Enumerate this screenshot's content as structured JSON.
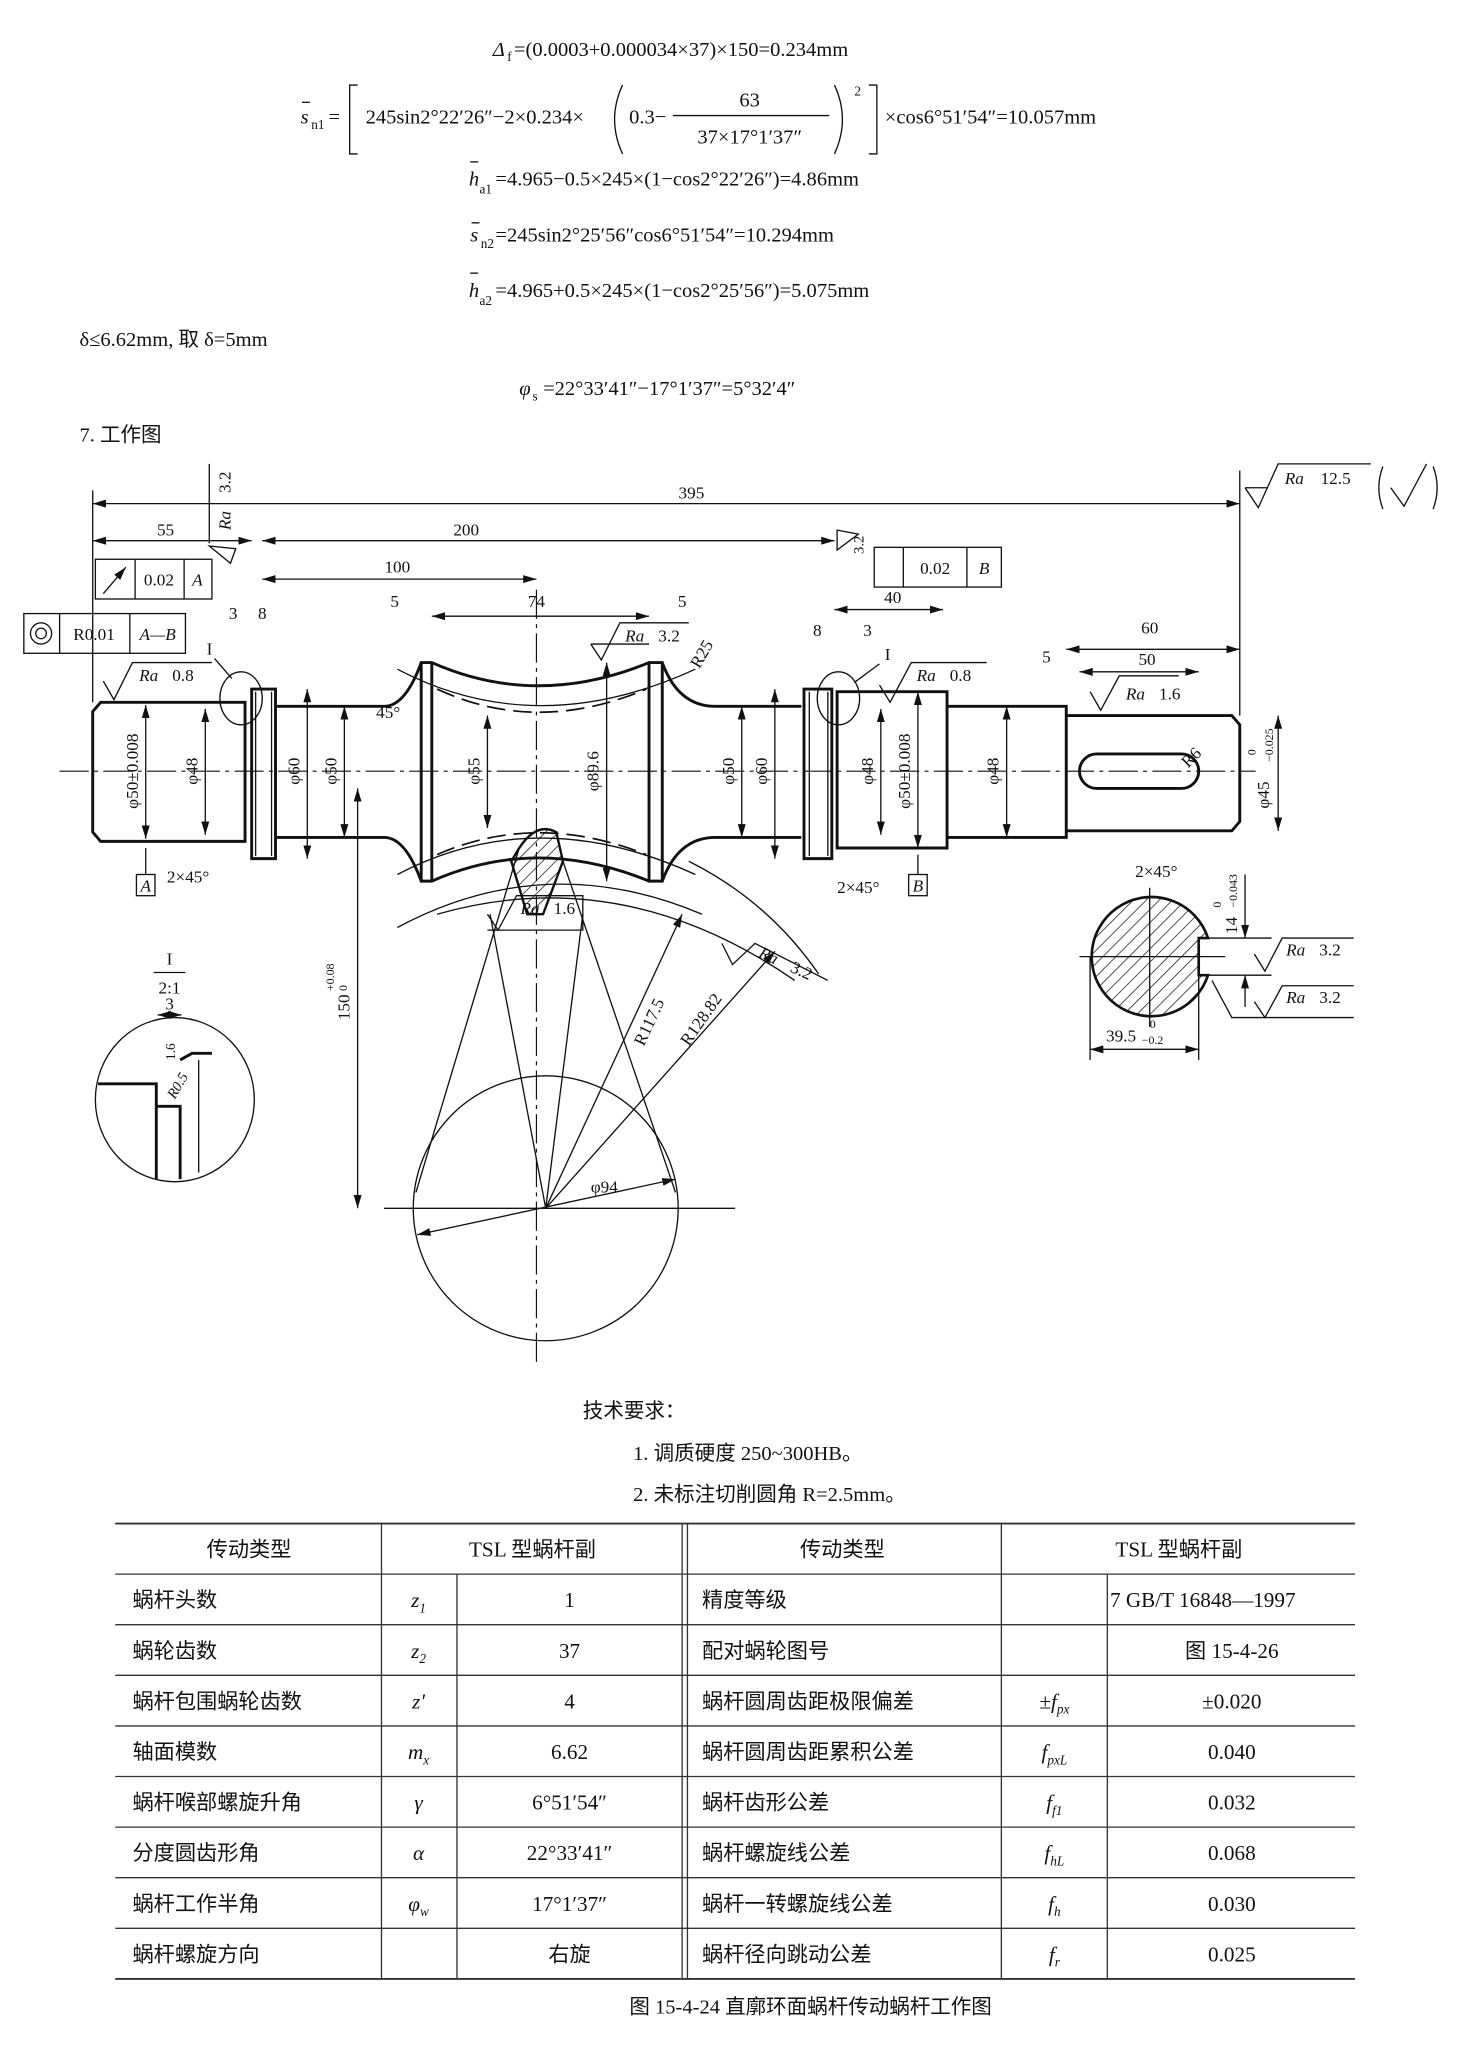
{
  "formulas": {
    "delta_f": {
      "sym": "Δ",
      "sub": "f",
      "rhs": "=(0.0003+0.000034×37)×150=0.234mm"
    },
    "s_n1": {
      "sym": "s",
      "sub": "n1",
      "pre": "=",
      "body": "245sin2°22′26″−2×0.234×",
      "inner": "0.3−",
      "num": "63",
      "den": "37×17°1′37″",
      "exp": "2",
      "post": "×cos6°51′54″=10.057mm"
    },
    "h_a1": {
      "sym": "h",
      "sub": "a1",
      "rhs": "=4.965−0.5×245×(1−cos2°22′26″)=4.86mm"
    },
    "s_n2": {
      "sym": "s",
      "sub": "n2",
      "rhs": "=245sin2°25′56″cos6°51′54″=10.294mm"
    },
    "h_a2": {
      "sym": "h",
      "sub": "a2",
      "rhs": "=4.965+0.5×245×(1−cos2°25′56″)=5.075mm"
    },
    "delta_line": "δ≤6.62mm, 取 δ=5mm",
    "phi_s": {
      "sym": "φ",
      "sub": "s",
      "rhs": "=22°33′41″−17°1′37″=5°32′4″"
    }
  },
  "section_title": "7. 工作图",
  "drawing": {
    "dims": {
      "d395": "395",
      "d200": "200",
      "d55": "55",
      "d100": "100",
      "d74": "74",
      "d5a": "5",
      "d5b": "5",
      "d3l": "3",
      "d8l": "8",
      "d8r": "8",
      "d3r": "3",
      "d40": "40",
      "d60": "60",
      "d50": "50",
      "d5r": "5",
      "phi50a": "φ50±0.008",
      "phi48a": "φ48",
      "phi60a": "φ60",
      "phi50b": "φ50",
      "phi55": "φ55",
      "phi896": "φ89.6",
      "phi50c": "φ50",
      "phi60b": "φ60",
      "phi48b": "φ48",
      "phi50d": "φ50±0.008",
      "phi48c": "φ48",
      "phi45": "φ45",
      "phi45_tol_up": "0",
      "phi45_tol_lo": "−0.025",
      "d150": "150",
      "d150_up": "+0.08",
      "d150_lo": "0",
      "r1175": "R117.5",
      "r12882": "R128.82",
      "phi94": "φ94",
      "r25": "R25",
      "r6": "R6",
      "deg45": "45°",
      "ch1": "2×45°",
      "ch2": "2×45°",
      "ch3": "2×45°",
      "d14": "14",
      "d14_up": "0",
      "d14_lo": "−0.043",
      "d395s": "39.5",
      "d395s_up": "0",
      "d395s_lo": "−0.2",
      "detail_3": "3",
      "detail_16": "1.6",
      "detail_r05": "R0.5"
    },
    "roughness": {
      "ra": "Ra",
      "general": "12.5",
      "top_ra32": "3.2",
      "left_08": "0.8",
      "throat_32": "3.2",
      "right_08": "0.8",
      "key_16": "1.6",
      "tooth_16": "1.6",
      "arc_32": "3.2",
      "sec_32a": "3.2",
      "sec_32b": "3.2",
      "right_top_32": "3.2"
    },
    "tolerance_frames": {
      "runout_left": {
        "value": "0.02",
        "datum": "A"
      },
      "concentric": {
        "value": "R0.01",
        "datum": "A—B"
      },
      "runout_right": {
        "value": "0.02",
        "datum": "B"
      }
    },
    "datums": {
      "a": "A",
      "b": "B"
    },
    "detail_marks": {
      "left": "I",
      "right": "I",
      "title": "I",
      "scale": "2:1"
    }
  },
  "tech_requirements": {
    "title": "技术要求：",
    "items": [
      "1. 调质硬度 250~300HB。",
      "2. 未标注切削圆角 R=2.5mm。"
    ]
  },
  "table": {
    "header": [
      "传动类型",
      "TSL 型蜗杆副",
      "传动类型",
      "TSL 型蜗杆副"
    ],
    "rows": [
      {
        "n1": "蜗杆头数",
        "s1": "z",
        "u1": "1",
        "v1": "1",
        "n2": "精度等级",
        "s2": "",
        "u2": "",
        "v2": "7    GB/T 16848—1997"
      },
      {
        "n1": "蜗轮齿数",
        "s1": "z",
        "u1": "2",
        "v1": "37",
        "n2": "配对蜗轮图号",
        "s2": "",
        "u2": "",
        "v2": "图 15-4-26"
      },
      {
        "n1": "蜗杆包围蜗轮齿数",
        "s1": "z′",
        "u1": "",
        "v1": "4",
        "n2": "蜗杆圆周齿距极限偏差",
        "s2": "±f",
        "u2": "px",
        "v2": "±0.020"
      },
      {
        "n1": "轴面模数",
        "s1": "m",
        "u1": "x",
        "v1": "6.62",
        "n2": "蜗杆圆周齿距累积公差",
        "s2": "f",
        "u2": "pxL",
        "v2": "0.040"
      },
      {
        "n1": "蜗杆喉部螺旋升角",
        "s1": "γ",
        "u1": "",
        "v1": "6°51′54″",
        "n2": "蜗杆齿形公差",
        "s2": "f",
        "u2": "f1",
        "v2": "0.032"
      },
      {
        "n1": "分度圆齿形角",
        "s1": "α",
        "u1": "",
        "v1": "22°33′41″",
        "n2": "蜗杆螺旋线公差",
        "s2": "f",
        "u2": "hL",
        "v2": "0.068"
      },
      {
        "n1": "蜗杆工作半角",
        "s1": "φ",
        "u1": "w",
        "v1": "17°1′37″",
        "n2": "蜗杆一转螺旋线公差",
        "s2": "f",
        "u2": "h",
        "v2": "0.030"
      },
      {
        "n1": "蜗杆螺旋方向",
        "s1": "",
        "u1": "",
        "v1": "右旋",
        "n2": "蜗杆径向跳动公差",
        "s2": "f",
        "u2": "r",
        "v2": "0.025"
      }
    ]
  },
  "caption": "图 15-4-24    直廓环面蜗杆传动蜗杆工作图"
}
